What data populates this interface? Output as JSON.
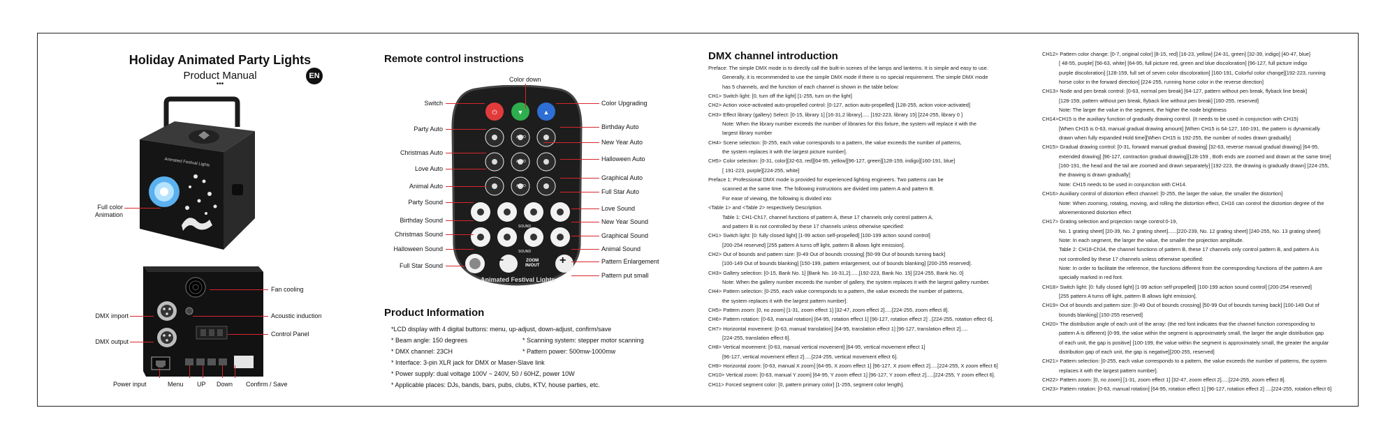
{
  "panel1": {
    "title": "Holiday Animated Party Lights",
    "subtitle": "Product Manual",
    "dots": "•••",
    "badge": "EN",
    "device_text": "Animated Festival Lights",
    "labels": {
      "full_color": "Full color\nAnimation",
      "fan": "Fan cooling",
      "dmx_import": "DMX import",
      "acoustic": "Acoustic induction",
      "dmx_output": "DMX output",
      "control_panel": "Control Panel",
      "power_input": "Power input",
      "menu": "Menu",
      "up": "UP",
      "down": "Down",
      "confirm": "Confirm / Save"
    }
  },
  "remote": {
    "title": "Remote control instructions",
    "color_down": "Color down",
    "left_labels": [
      "Switch",
      "Party Auto",
      "Christmas Auto",
      "Love Auto",
      "Animal Auto",
      "Party Sound",
      "Birthday Sound",
      "Christmas Sound",
      "Halloween Sound",
      "Full Star Sound"
    ],
    "right_labels": [
      "Color Upgrading",
      "Birthday Auto",
      "New Year Auto",
      "Halloween Auto",
      "Graphical Auto",
      "Full Star Auto",
      "Love Sound",
      "New Year Sound",
      "Graphical Sound",
      "Animal Sound",
      "Pattern Enlargement",
      "Pattern put small"
    ],
    "auto_label": "AUTO",
    "sound_label": "SOUND",
    "zoom_label": "ZOOM\nIN/OUT",
    "brand": "Animated Festival Lights",
    "minus": "−",
    "plus": "+"
  },
  "product_info": {
    "title": "Product Information",
    "lines": [
      "*LCD display with 4 digital buttons: menu, up-adjust, down-adjust, confirm/save",
      "* Beam angle: 150 degrees",
      "* DMX channel: 23CH",
      "* Interface: 3-pin XLR jack for DMX or Maser-Slave link",
      "* Power supply: dual voltage 100V ~ 240V, 50 / 60HZ, power 10W",
      "* Applicable places: DJs, bands, bars, pubs, clubs, KTV, house parties, etc."
    ],
    "right_lines": [
      "* Scanning system: stepper motor scanning",
      "* Pattern power: 500mw-1000mw"
    ]
  },
  "dmx": {
    "title": "DMX channel introduction",
    "col1": [
      "Preface: The simple DMX mode is to directly call the built-in scenes of the lamps and lanterns. It is simple and easy to use.",
      "Generally, it is recommended to use the simple DMX mode if there is no special requirement. The simple DMX mode",
      "has 5 channels, and the function of each channel is shown in the table below:",
      "CH1> Switch light: [0, turn off the light] [1-255, turn on the light]",
      "CH2> Action voice-activated auto-propelled control: [0-127, action auto-propelled] [128-255, action voice-activated]",
      "CH3> Effect library (gallery) Select: [0-15, library 1] [16-31,2 library]..... [192-223, library 15] [224-255, library 0 ]",
      "Note: When the library number exceeds the number of libraries for this fixture, the system will replace it with the",
      "largest library number",
      "CH4> Scene selection: [0-255, each value corresponds to a pattern, the value exceeds the number of patterns,",
      "the system replaces it with the largest picture number].",
      "CH5> Color selection: [0-31, color][32-63, red][64-95, yellow][96-127, green][128-159, indigo][160-191, blue]",
      "[ 191-223, purple][224-255, white]",
      "Preface 1: Professional DMX mode is provided for experienced lighting engineers. Two patterns can be",
      "scanned at the same time. The following instructions are divided into pattern A and pattern B.",
      "For ease of viewing, the following is divided into",
      "<Table 1> and <Table 2> respectively Description.",
      "Table 1: CH1-Ch17, channel functions of pattern A, these 17 channels only control pattern A,",
      "and pattern B is not controlled by these 17 channels unless otherwise specified:",
      "CH1> Switch light: [0: fully closed light] [1-99 action self-propelled] [100-199 action sound control]",
      "[200-254 reserved] [255 pattern A turns off light, pattern B allows light emission].",
      "CH2> Out of bounds and pattern size: [0-49 Out of bounds crossing] [50-99 Out of bounds turning back]",
      "[100-149 Out of bounds blanking] [150-199, pattern enlargement, out of bounds blanking] [200-255 reserved].",
      "CH3> Gallery selection: [0-15, Bank No. 1] [Bank No. 16-31,2]......[192-223, Bank No. 15] [224-255, Bank No. 0]",
      "Note: When the gallery number exceeds the number of gallery, the system replaces it with the largest gallery number.",
      "CH4> Pattern selection: [0-255, each value corresponds to a pattern, the value exceeds the number of patterns,",
      "the system replaces it with the largest pattern number].",
      "CH5> Pattern zoom: [0, no zoom] [1-31, zoom effect 1] [32-47, zoom effect 2].....[224-255, zoom effect 8].",
      "CH6> Pattern rotation: [0-63, manual rotation] [64-95, rotation effect 1] [96-127, rotation effect 2] ..[224-255, rotation effect 6].",
      "CH7> Horizontal movement: [0-63, manual translation] [64-95, translation effect 1] [96-127, translation effect 2].....",
      "[224-255, translation effect 6].",
      "CH8> Vertical movement: [0-63, manual vertical movement] [64-95, vertical movement effect 1]",
      "[96-127, vertical movement effect 2].....[224-255, vertical movement effect 6].",
      "CH9> Horizontal zoom: [0-63, manual X zoom] [64-95, X zoom effect 1] [96-127, X zoom effect 2].....[224-255, X zoom effect 6]",
      "CH10> Vertical zoom: [0-63, manual Y zoom] [64-95, Y zoom effect 1] [96-127, Y zoom effect 2].....[224-255, Y zoom effect 6].",
      "CH11> Forced segment color: [0, pattern primary color] [1-255, segment color length]."
    ],
    "col2": [
      "CH12> Pattern color change: [0-7, original color] [8-15, red] [16-23, yellow] [24-31, green] [32-39, indigo] [40-47, blue]",
      "[ 48-55, purple] [56-63, white] [64-95, full picture red, green and blue discoloration] [96-127, full picture indigo",
      "purple discoloration] [128-159, full set of seven color discoloration] [160-191, Colorful color change][192-223, running",
      "horse color in the forward direction] [224-255, running horse color in the reverse direction]",
      "CH13> Node and pen break control: [0-63, normal pen break] [64-127, pattern without pen break, flyback line break]",
      "[128-159, pattern without pen break, flyback line without pen break] [160-255, reserved]",
      "Note: The larger the value in the segment, the higher the node brightness",
      "CH14>CH15 is the auxiliary function of gradually drawing control. (It needs to be used in conjunction with CH15)",
      "[When CH15 is 0-63, manual gradual drawing amount] [When CH15 is 64-127, 160-191, the pattern is dynamically",
      "drawn when fully expanded Hold time][When CH15 is 192-255, the number of nodes drawn gradually]",
      "CH15> Gradual drawing control: [0-31, forward manual gradual drawing] [32-63, reverse manual gradual drawing] [64-95,",
      "extended drawing] [96-127, contraction gradual drawing][128-159 , Both ends are zoomed and drawn at the same time]",
      "[160-191, the head and the tail are zoomed and drawn separately] [192-223, the drawing is gradually drawn] [224-255,",
      "the drawing is drawn gradually]",
      "Note: CH15 needs to be used in conjunction with CH14.",
      "CH16> Auxiliary control of distortion effect channel: [0-255, the larger the value, the smaller the distortion]",
      "Note: When zooming, rotating, moving, and rolling the distortion effect, CH16 can control the distortion degree of the",
      "aforementioned distortion effect",
      "CH17> Grating selection and projection range control:0-19,",
      "No. 1 grating sheet] [20-39, No. 2 grating sheet]......[220-239, No. 12 grating sheet] [240-255, No. 13 grating sheet]",
      "Note: In each segment, the larger the value, the smaller the projection amplitude.",
      "Table 2: CH18-Ch34, the channel functions of pattern B, these 17 channels only control pattern B, and pattern A is",
      "not controlled by these 17 channels unless otherwise specified:",
      "Note: In order to facilitate the reference, the functions different from the corresponding functions of the pattern A are",
      "specially marked in red font.",
      "CH18> Switch light: [0: fully closed light] [1-99 action self-propelled] [100-199 action sound control] [200-254 reserved]",
      "[255 pattern A turns off light, pattern B allows light emission].",
      "CH19> Out of bounds and pattern size: [0-49 Out of bounds crossing] [50-99 Out of bounds turning back] [100-149 Out of",
      "bounds blanking] [150-255 reserved]",
      "CH20> The distribution angle of each unit of the array: (the red font indicates that the channel function corresponding to",
      "pattern A is different) [0-99, the value within the segment is approximately small, the larger the angle distribution gap",
      "of each unit, the gap is positive] [100-199, the value within the segment is approximately small, the greater the angular",
      "distribution gap of each unit, the gap is negative][200-255, reserved]",
      "CH21> Pattern selection: [0-255, each value corresponds to a pattern, the value exceeds the number of patterns, the system",
      "replaces it with the largest pattern number].",
      "CH22> Pattern zoom: [0, no zoom] [1-31, zoom effect 1] [32-47, zoom effect 2].....[224-255, zoom effect 8].",
      "CH23> Pattern rotation: [0-63, manual rotation] [64-95, rotation effect 1] [96-127, rotation effect 2] ....[224-255, rotation effect 6]"
    ]
  }
}
